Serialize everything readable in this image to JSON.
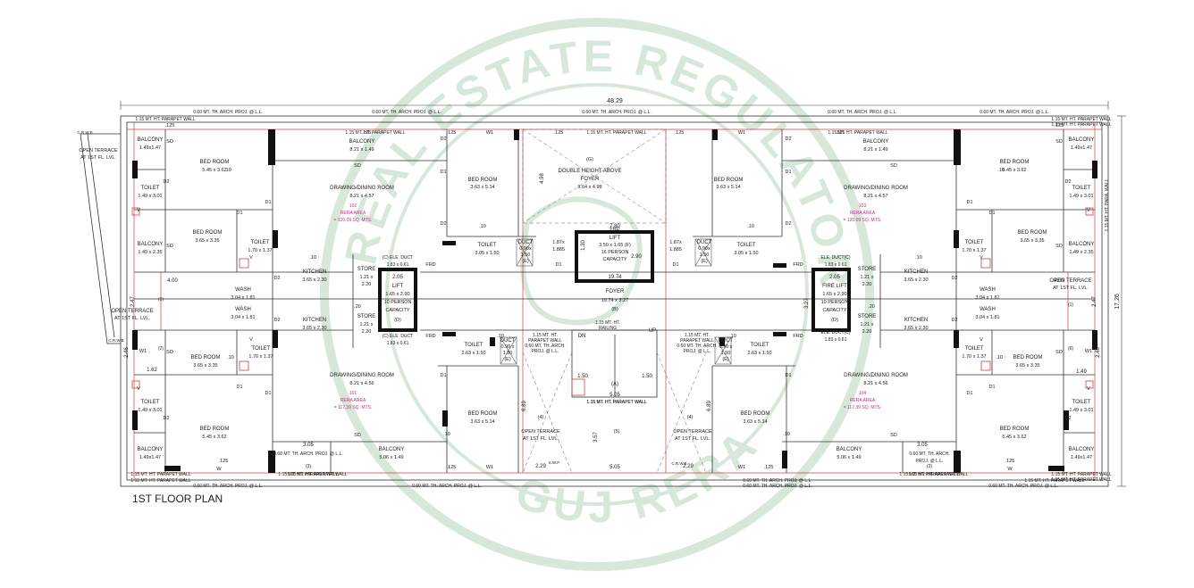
{
  "title": "1ST FLOOR PLAN",
  "watermark": {
    "top": "REAL ESTATE REGULATORY AUTHORITY",
    "bottom": "GUJ RERA",
    "color": "#cfe3d2"
  },
  "colors": {
    "wall": "#111111",
    "line": "#333333",
    "red": "#d0413c",
    "magenta": "#c0308a",
    "water": "#cfe3d2"
  },
  "dims": {
    "overall": "48.29",
    "right_height": "17.26",
    "lift_span": "7.80",
    "foyer_len": "19.74",
    "stair_w": "5.05",
    "stair_w2": "5.05",
    "core_h": "2.05",
    "core_h2": "2.05",
    "stair_half_l": "1.50",
    "stair_half_r": "1.50",
    "left_off": "4.00",
    "right_off": "4.00",
    "left_3_05": "3.05",
    "right_3_05": "3.05",
    "gap_229l": "2.29",
    "gap_229r": "2.29",
    "v_4_98": "4.98",
    "v_6_89l": "6.89",
    "v_6_89r": "6.89",
    "v_3_57": "3.57",
    "v_1_30": "1.30",
    "v_2_90": "2.90",
    "v_3_27": "3.27",
    "v_1_62": "1.62",
    "v_1_49": "1.49",
    "v_2_46l": "2.46",
    "v_2_46r": "2.46",
    "v_2_47l": "2.47",
    "v_2_47r": "2.47"
  },
  "labels": [
    {
      "t": "0.60 MT. TH. ARCH. PROJ. @ L.L."
    },
    {
      "t": "0.60 MT. TH. ARCH. PROJ. @ L.L."
    },
    {
      "t": "0.60 MT. TH. ARCH. PROJ. @ L.L."
    },
    {
      "t": "0.60 MT. TH. ARCH. PROJ. @ L.L."
    },
    {
      "t": "0.60 MT. TH. ARCH. PROJ. @ L.L."
    },
    {
      "t": "1.15 MT. HT. PARAPET WALL"
    },
    {
      "t": "1.15 MT. HT. PARAPET WALL"
    },
    {
      "t": "1.15 MT. HT. PARAPET WALL"
    },
    {
      "t": "1.15 MT. HT. PARAPET WALL"
    },
    {
      "t": "1.15 MT. HT. PARAPET WALL"
    },
    {
      "t": "1.15 MT. HT. PARAPET WALL"
    },
    {
      "t": "1.15 MT. HT. PARAPET WALL"
    },
    {
      "t": "1.15 MT. HT. PARAPET WALL"
    },
    {
      "t": "1.15 MT. HT. PARAPET WALL"
    },
    {
      "t": "1.15 MT. HT. PARAPET WALL"
    },
    {
      "t": "1.15 MT. HT. PARAPET WALL"
    },
    {
      "t": "1.15 MT. HT. PARAPET WALL"
    },
    {
      "t": "0.60 MT. TH. ARCH. PROJ. @ L.L."
    },
    {
      "t": "0.60 MT. TH. ARCH. PROJ. @ L.L."
    },
    {
      "t": "0.60 MT. TH. ARCH. PROJ. @ L.L."
    },
    {
      "t": "BALCONY"
    },
    {
      "t": "1.49x1.47"
    },
    {
      "t": "BED ROOM"
    },
    {
      "t": "5.45 x 3.62"
    },
    {
      "t": "BALCONY"
    },
    {
      "t": "8.21 x 1.49"
    },
    {
      "t": "OPEN TERRACE"
    },
    {
      "t": "AT 1ST FL. LVL."
    },
    {
      "t": "TOILET"
    },
    {
      "t": "1.49 x 3.01"
    },
    {
      "t": "DRAWING/DINING ROOM"
    },
    {
      "t": "8.21 x 4.57"
    },
    {
      "t": "102"
    },
    {
      "t": "RERA AREA"
    },
    {
      "t": "= 120.09 SQ. MTS."
    },
    {
      "t": "BED ROOM"
    },
    {
      "t": "3.63 x 5.14"
    },
    {
      "t": "(G)"
    },
    {
      "t": "DOUBLE HEIGHT ABOVE"
    },
    {
      "t": "FOYER"
    },
    {
      "t": "9.64 x 4.98"
    },
    {
      "t": "BED ROOM"
    },
    {
      "t": "3.63 x 5.14"
    },
    {
      "t": "BALCONY"
    },
    {
      "t": "8.21 x 1.49"
    },
    {
      "t": "DRAWING/DINING ROOM"
    },
    {
      "t": "8.21 x 4.57"
    },
    {
      "t": "103"
    },
    {
      "t": "RERA AREA"
    },
    {
      "t": "= 120.09 SQ. MTS."
    },
    {
      "t": "BED ROOM"
    },
    {
      "t": "5.45 x 3.62"
    },
    {
      "t": "BALCONY"
    },
    {
      "t": "1.49x1.47"
    },
    {
      "t": "TOILET"
    },
    {
      "t": "1.49 x 3.01"
    },
    {
      "t": "BALCONY"
    },
    {
      "t": "1.49 x 2.35"
    },
    {
      "t": "BED ROOM"
    },
    {
      "t": "3.65 x 3.35"
    },
    {
      "t": "TOILET"
    },
    {
      "t": "1.70 x 1.37"
    },
    {
      "t": "TOILET"
    },
    {
      "t": "3.05 x 1.50"
    },
    {
      "t": "DUCT"
    },
    {
      "t": "0.90x"
    },
    {
      "t": "1.50"
    },
    {
      "t": "(E)"
    },
    {
      "t": "1.87x"
    },
    {
      "t": "1.885"
    },
    {
      "t": "LIFT"
    },
    {
      "t": "3.50 x 1.65 (F)"
    },
    {
      "t": "16 PERSON"
    },
    {
      "t": "CAPACITY"
    },
    {
      "t": "1.87x"
    },
    {
      "t": "1.885"
    },
    {
      "t": "DUCT"
    },
    {
      "t": "0.90x"
    },
    {
      "t": "1.50"
    },
    {
      "t": "(E)"
    },
    {
      "t": "TOILET"
    },
    {
      "t": "3.05 x 1.50"
    },
    {
      "t": "TOILET"
    },
    {
      "t": "1.70 x 1.37"
    },
    {
      "t": "BED ROOM"
    },
    {
      "t": "3.65 x 3.35"
    },
    {
      "t": "BALCONY"
    },
    {
      "t": "1.49 x 2.35"
    },
    {
      "t": "(C) ELE. DUCT"
    },
    {
      "t": "1.83 x 0.61"
    },
    {
      "t": "STORE"
    },
    {
      "t": "1.21 x"
    },
    {
      "t": "2.20"
    },
    {
      "t": "KITCHEN"
    },
    {
      "t": "3.65 x 2.30"
    },
    {
      "t": "WASH"
    },
    {
      "t": "3.04 x 1.81"
    },
    {
      "t": "OPEN TERRACE"
    },
    {
      "t": "AT 1ST FL. LVL."
    },
    {
      "t": "LIFT"
    },
    {
      "t": "1.65 x 2.90"
    },
    {
      "t": "10 PERSON"
    },
    {
      "t": "CAPACITY"
    },
    {
      "t": "(D)"
    },
    {
      "t": "FOYER"
    },
    {
      "t": "19.74 x 3.27"
    },
    {
      "t": "(B)"
    },
    {
      "t": "FIRE LIFT"
    },
    {
      "t": "1.65 x 2.90"
    },
    {
      "t": "10 PERSON"
    },
    {
      "t": "CAPACITY"
    },
    {
      "t": "(D)"
    },
    {
      "t": "ELE. DUCT(C)"
    },
    {
      "t": "1.83 x 0.61"
    },
    {
      "t": "STORE"
    },
    {
      "t": "1.21 x"
    },
    {
      "t": "2.20"
    },
    {
      "t": "KITCHEN"
    },
    {
      "t": "3.65 x 2.30"
    },
    {
      "t": "WASH"
    },
    {
      "t": "3.04 x 1.81"
    },
    {
      "t": "OPEN TERRACE"
    },
    {
      "t": "AT 1ST FL. LVL."
    },
    {
      "t": "WASH"
    },
    {
      "t": "3.04 x 1.81"
    },
    {
      "t": "KITCHEN"
    },
    {
      "t": "3.65 x 2.30"
    },
    {
      "t": "STORE"
    },
    {
      "t": "1.21 x"
    },
    {
      "t": "2.20"
    },
    {
      "t": "(C) ELE. DUCT"
    },
    {
      "t": "1.83 x 0.61"
    },
    {
      "t": "STORE"
    },
    {
      "t": "1.21 x"
    },
    {
      "t": "2.20"
    },
    {
      "t": "ELE. DUCT(C)"
    },
    {
      "t": "1.83 x 0.61"
    },
    {
      "t": "KITCHEN"
    },
    {
      "t": "3.65 x 2.30"
    },
    {
      "t": "WASH"
    },
    {
      "t": "3.04 x 1.81"
    },
    {
      "t": "BED ROOM"
    },
    {
      "t": "3.65 x 3.35"
    },
    {
      "t": "TOILET"
    },
    {
      "t": "1.70 x 1.37"
    },
    {
      "t": "TOILET"
    },
    {
      "t": "2.63 x 1.50"
    },
    {
      "t": "DUCT"
    },
    {
      "t": "0.90 x"
    },
    {
      "t": "1.50"
    },
    {
      "t": "(E)"
    },
    {
      "t": "1.15 MT. HT."
    },
    {
      "t": "PARAPET WALL"
    },
    {
      "t": "0.60 MT. TH. ARCH."
    },
    {
      "t": "PROJ. @ L.L."
    },
    {
      "t": "1.15 MT. HT."
    },
    {
      "t": "RAILING"
    },
    {
      "t": "DN"
    },
    {
      "t": "UP"
    },
    {
      "t": "(A)"
    },
    {
      "t": "1.15 MT. HT."
    },
    {
      "t": "PARAPET WALL"
    },
    {
      "t": "0.60 MT. TH. ARCH."
    },
    {
      "t": "PROJ. @ L.L."
    },
    {
      "t": "DUCT"
    },
    {
      "t": "0.90 x"
    },
    {
      "t": "1.50"
    },
    {
      "t": "(E)"
    },
    {
      "t": "TOILET"
    },
    {
      "t": "2.63 x 1.50"
    },
    {
      "t": "TOILET"
    },
    {
      "t": "1.70 x 1.37"
    },
    {
      "t": "BED ROOM"
    },
    {
      "t": "3.65 x 3.35"
    },
    {
      "t": "DRAWING/DINING ROOM"
    },
    {
      "t": "8.21 x 4.56"
    },
    {
      "t": "101"
    },
    {
      "t": "RERA AREA"
    },
    {
      "t": "= 117.39 SQ. MTS."
    },
    {
      "t": "BED ROOM"
    },
    {
      "t": "3.63 x 5.14"
    },
    {
      "t": "OPEN TERRACE"
    },
    {
      "t": "AT 1ST FL. LVL."
    },
    {
      "t": "(4)"
    },
    {
      "t": "(5)"
    },
    {
      "t": "1.15 MT. HT. PARAPET WALL"
    },
    {
      "t": "OPEN TERRACE"
    },
    {
      "t": "AT 1ST FL. LVL."
    },
    {
      "t": "(4)"
    },
    {
      "t": "BED ROOM"
    },
    {
      "t": "3.63 x 5.14"
    },
    {
      "t": "DRAWING/DINING ROOM"
    },
    {
      "t": "8.21 x 4.56"
    },
    {
      "t": "104"
    },
    {
      "t": "RERA AREA"
    },
    {
      "t": "= 117.39 SQ. MTS."
    },
    {
      "t": "TOILET"
    },
    {
      "t": "1.49 x 3.01"
    },
    {
      "t": "BED ROOM"
    },
    {
      "t": "5.45 x 3.62"
    },
    {
      "t": "BALCONY"
    },
    {
      "t": "1.49x1.47"
    },
    {
      "t": "BALCONY"
    },
    {
      "t": "5.06 x 1.49"
    },
    {
      "t": "BALCONY"
    },
    {
      "t": "5.06 x 1.49"
    },
    {
      "t": "TOILET"
    },
    {
      "t": "1.49 x 3.01"
    },
    {
      "t": "BED ROOM"
    },
    {
      "t": "5.45 x 3.62"
    },
    {
      "t": "BALCONY"
    },
    {
      "t": "1.49x1.47"
    },
    {
      "t": "0.60 MT. TH. ARCH. PROJ. @ L.L."
    },
    {
      "t": "1.15 MT. HT. PARAPET WALL"
    },
    {
      "t": "(3)"
    },
    {
      "t": "0.60 MT. TH. ARCH."
    },
    {
      "t": "PROJ. @ L.L."
    },
    {
      "t": "(3)"
    },
    {
      "t": "1.15 MT. HT. PARAPET WALL"
    },
    {
      "t": "1.15 MT. HT. PARAPET WALL"
    },
    {
      "t": "0.60 MT. TH. ARCH. PROJ. @ L.L."
    },
    {
      "t": "0.60 MT. TH. ARCH. PROJ. @ L.L."
    },
    {
      "t": "1.15 MT. HT. PARA. WALL"
    },
    {
      "t": "1.15 MT. HT. PARAPET WALL"
    },
    {
      "t": "C.R.W.B"
    },
    {
      "t": "C.R.W.B"
    },
    {
      "t": "C.R.W.B"
    },
    {
      "t": "S.W.P"
    },
    {
      "t": "(1)"
    },
    {
      "t": "(1)"
    },
    {
      "t": "(2)"
    },
    {
      "t": "(6)"
    }
  ],
  "tags": [
    "SD",
    "D2",
    "D1",
    "W1",
    "FRD",
    "V",
    "W",
    "DN",
    "UP",
    ".125",
    ".10",
    ".20"
  ]
}
